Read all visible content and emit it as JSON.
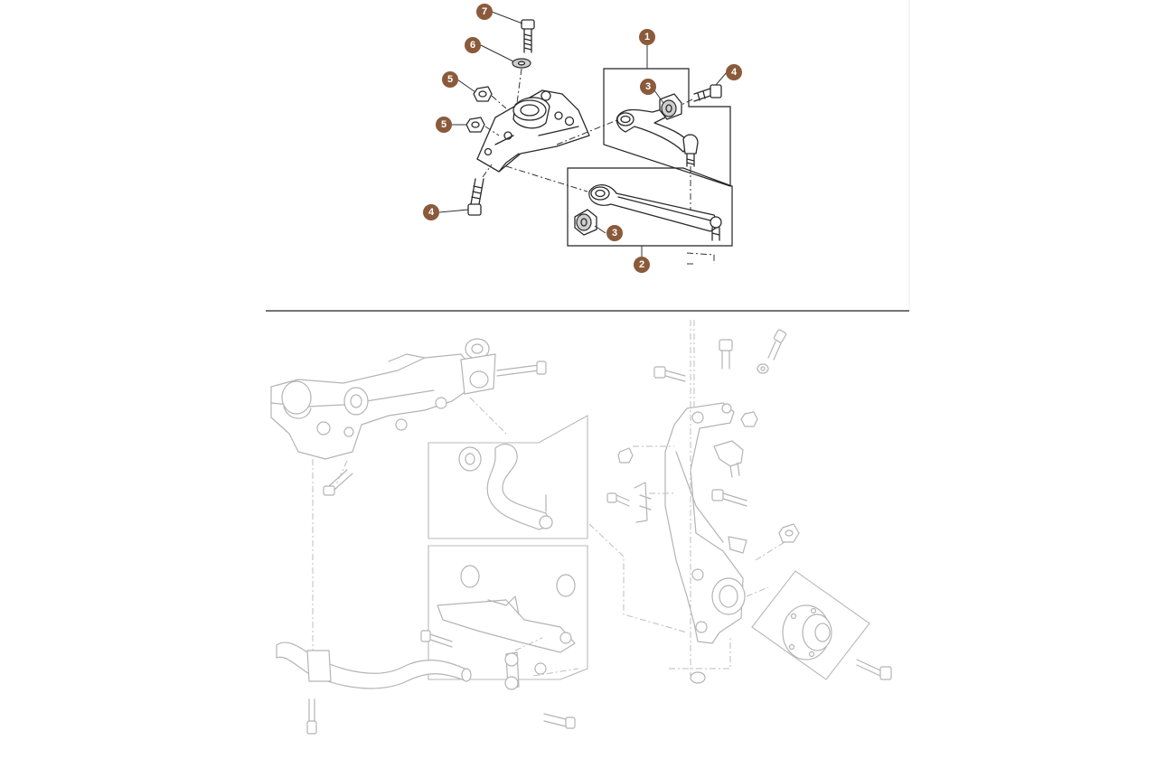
{
  "callout_color": "#8a5a3b",
  "callouts": [
    {
      "id": "c7",
      "label": "7"
    },
    {
      "id": "c6",
      "label": "6"
    },
    {
      "id": "c5a",
      "label": "5"
    },
    {
      "id": "c5b",
      "label": "5"
    },
    {
      "id": "c4a",
      "label": "4"
    },
    {
      "id": "c1",
      "label": "1"
    },
    {
      "id": "c3a",
      "label": "3"
    },
    {
      "id": "c4b",
      "label": "4"
    },
    {
      "id": "c3b",
      "label": "3"
    },
    {
      "id": "c2",
      "label": "2"
    }
  ]
}
